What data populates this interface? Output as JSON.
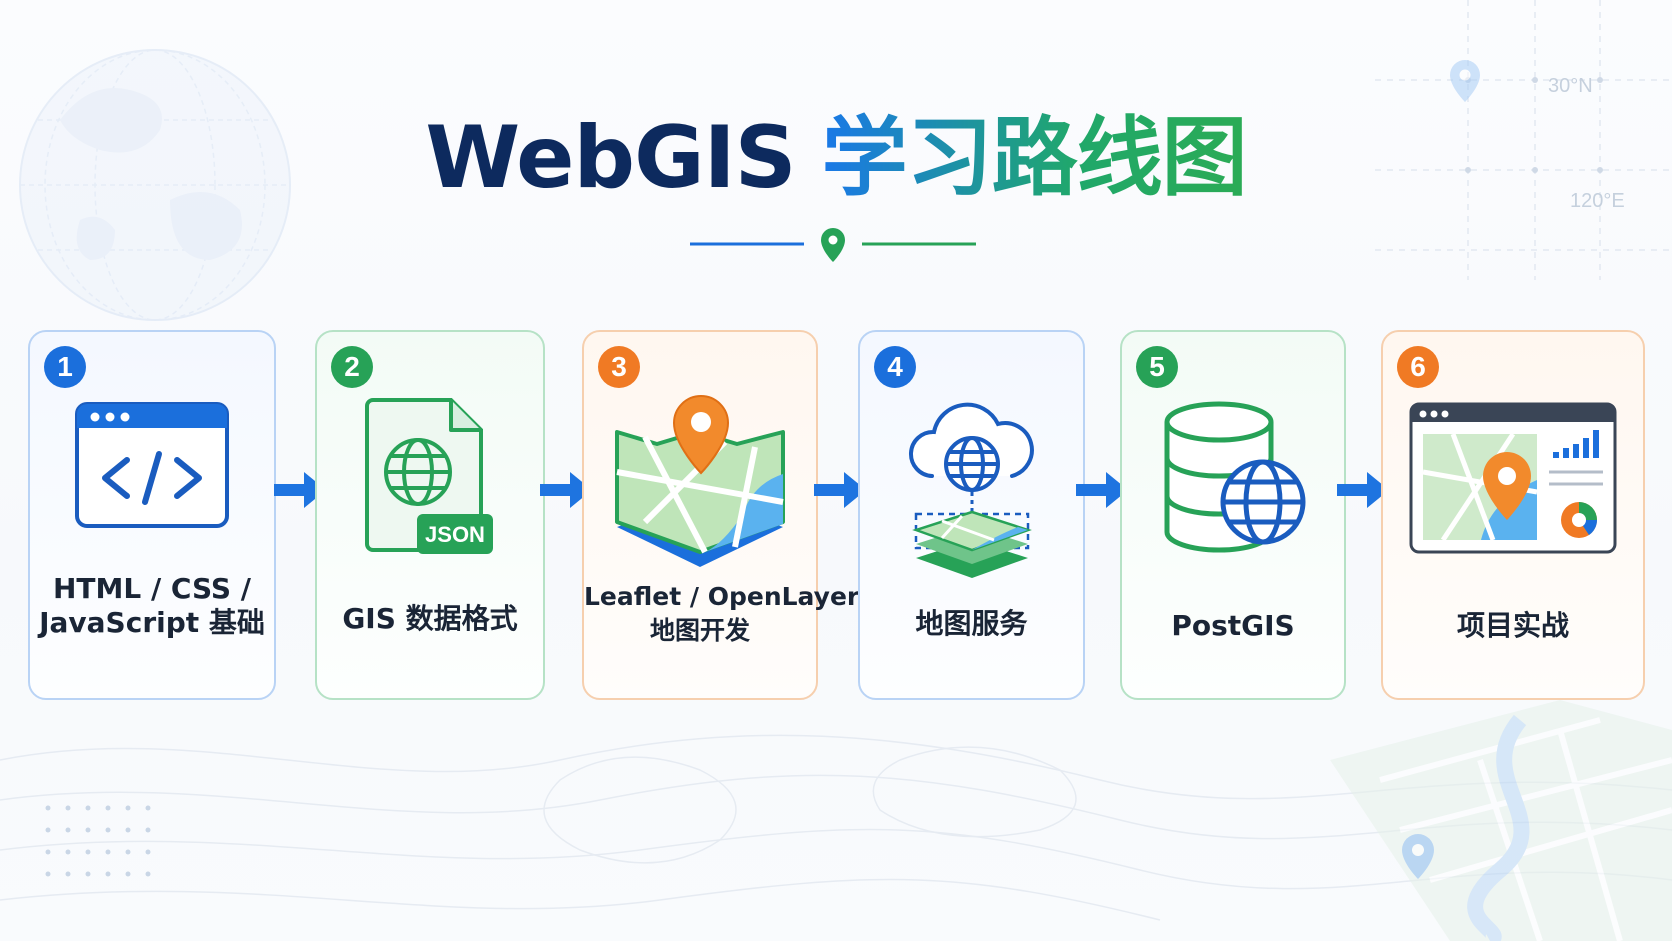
{
  "title": {
    "prefix": "WebGIS",
    "suffix": "学习路线图"
  },
  "coordinates": {
    "lat": "30°N",
    "lon": "120°E"
  },
  "json_badge": "JSON",
  "steps": [
    {
      "number": "1",
      "lines": [
        "HTML / CSS /",
        "JavaScript 基础"
      ],
      "accent": "#1b6fdc"
    },
    {
      "number": "2",
      "lines": [
        "GIS 数据格式"
      ],
      "accent": "#27a257"
    },
    {
      "number": "3",
      "lines": [
        "Leaflet / OpenLayers",
        "地图开发"
      ],
      "accent": "#f07a24"
    },
    {
      "number": "4",
      "lines": [
        "地图服务"
      ],
      "accent": "#1b6fdc"
    },
    {
      "number": "5",
      "lines": [
        "PostGIS"
      ],
      "accent": "#27a257"
    },
    {
      "number": "6",
      "lines": [
        "项目实战"
      ],
      "accent": "#f07a24"
    }
  ]
}
